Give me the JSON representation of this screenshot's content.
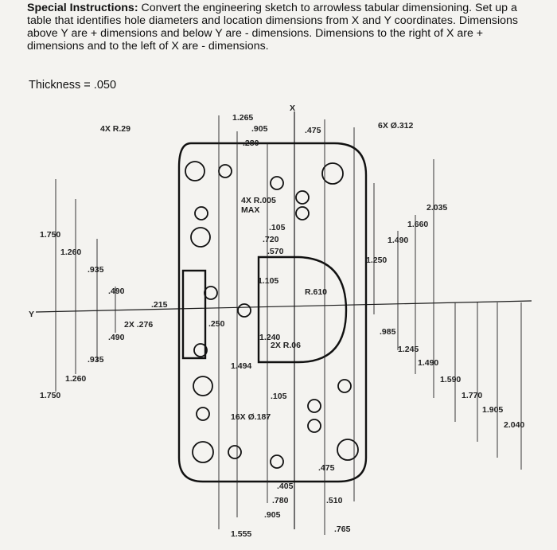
{
  "instructions": {
    "heading": "Special Instructions:",
    "body": " Convert the engineering sketch to arrowless tabular dimensioning. Set up a table that identifies hole diameters and location dimensions from X and Y coordinates. Dimensions above Y are + dimensions and below Y are - dimensions. Dimensions to the right of X are + dimensions and to the left of X are - dimensions."
  },
  "thickness": "Thickness = .050",
  "axes": {
    "x": "X",
    "y": "Y"
  },
  "notes": {
    "r29": "4X R.29",
    "r005a": "4X R.005",
    "r005b": "MAX",
    "hole312": "6X Ø.312",
    "r610": "R.610",
    "r06": "2X R.06",
    "hole187": "16X Ø.187",
    "slot276": "2X .276"
  },
  "dims_top": [
    "1.265",
    ".905",
    ".280",
    ".475"
  ],
  "dims_left": [
    "1.750",
    "1.260",
    ".935",
    ".490",
    ".215",
    ".490",
    ".935",
    "1.260",
    "1.750"
  ],
  "dims_inner": [
    ".105",
    ".720",
    ".570",
    "1.105",
    ".250",
    "1.240",
    "1.494",
    ".105"
  ],
  "dims_right_up": [
    "2.035",
    "1.660",
    "1.490",
    "1.250"
  ],
  "dims_right_down": [
    ".985",
    "1.245",
    "1.490",
    "1.590",
    "1.770",
    "1.905",
    "2.040"
  ],
  "dims_bottom": [
    ".475",
    ".405",
    ".780",
    ".510",
    ".905",
    ".765",
    "1.555"
  ]
}
